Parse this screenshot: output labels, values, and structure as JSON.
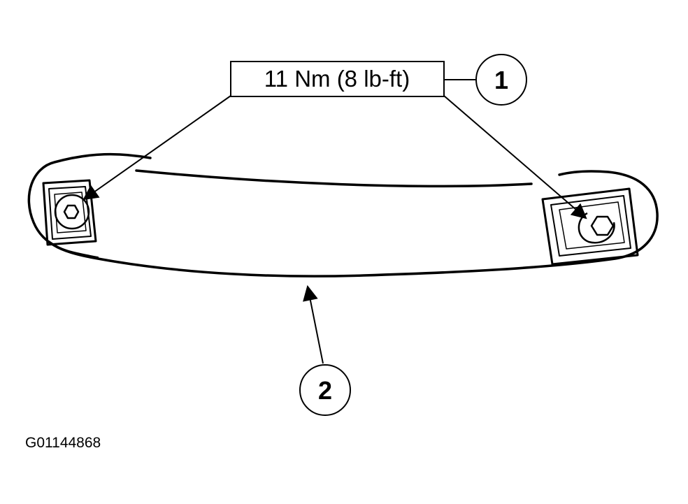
{
  "torque_label": "11 Nm (8 lb-ft)",
  "callouts": [
    {
      "number": "1"
    },
    {
      "number": "2"
    }
  ],
  "figure_code": "G01144868",
  "colors": {
    "line": "#000000",
    "background": "#ffffff"
  }
}
